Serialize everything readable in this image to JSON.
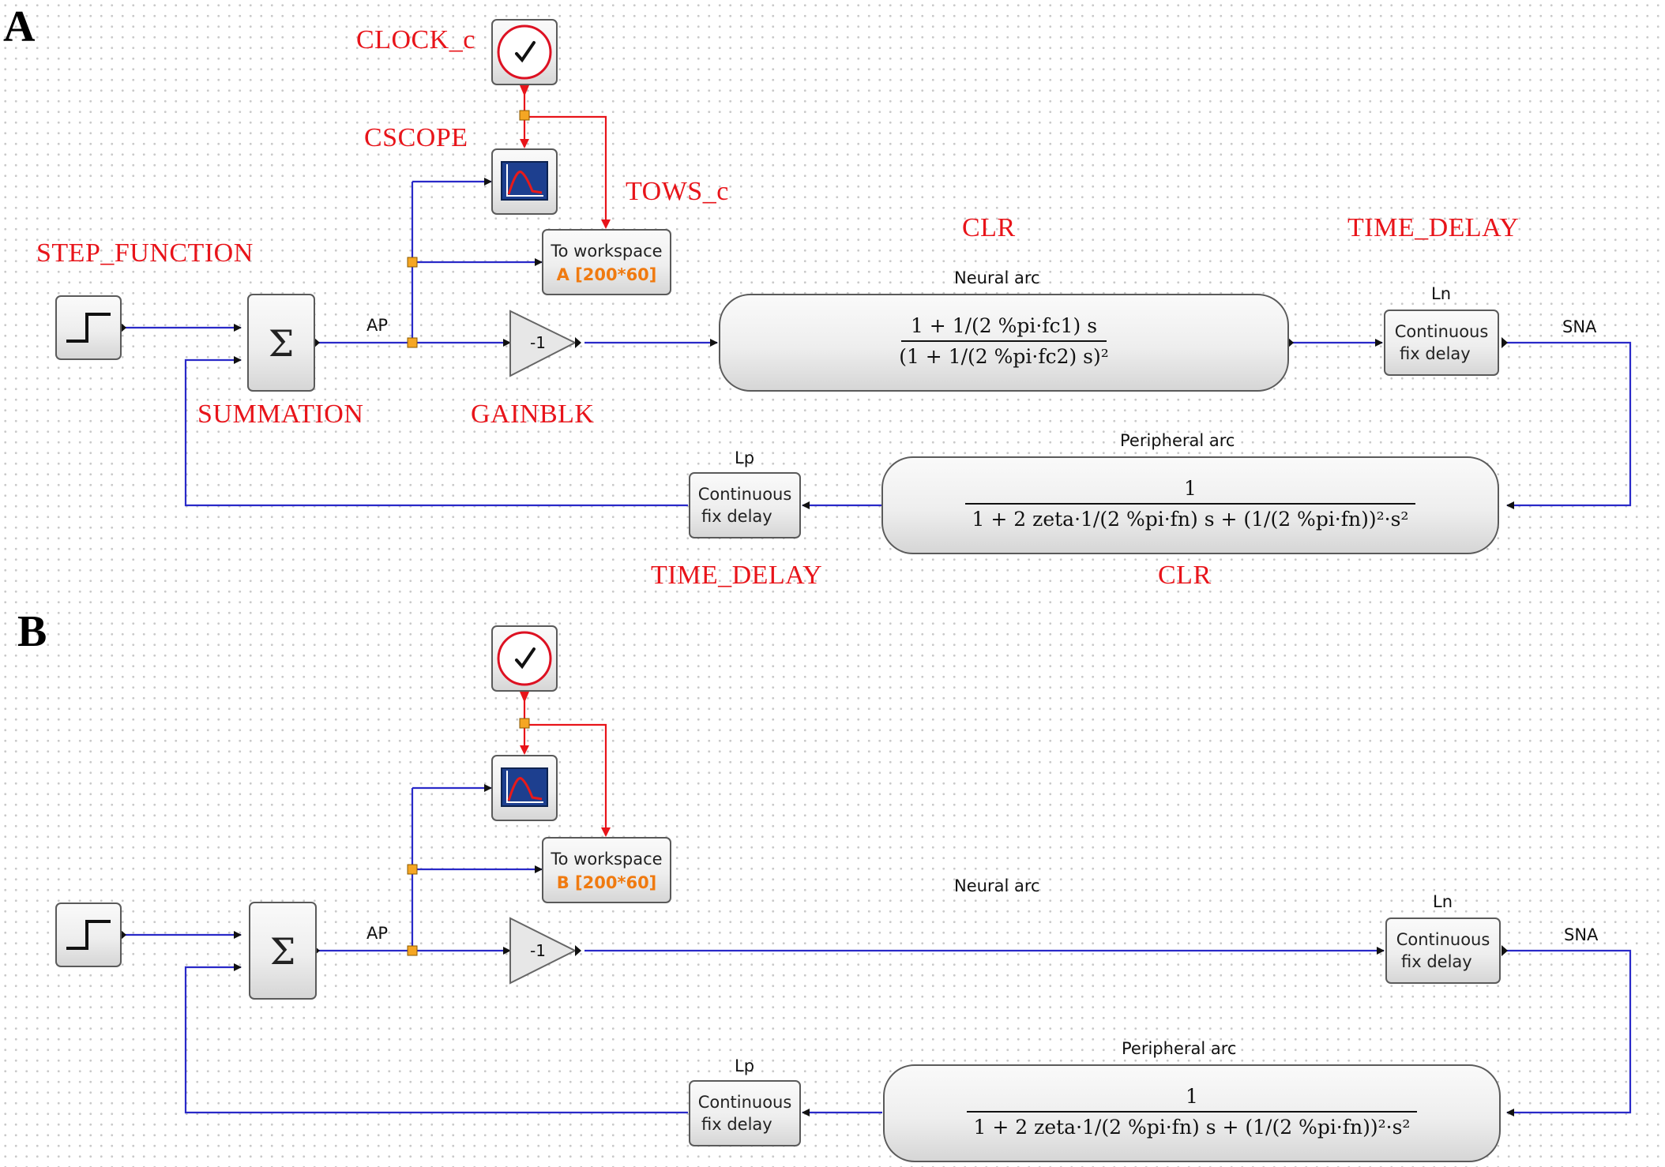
{
  "panels": [
    {
      "letter": "A",
      "annotations": {
        "clock": "CLOCK_c",
        "cscope": "CSCOPE",
        "tows": "TOWS_c",
        "step": "STEP_FUNCTION",
        "summation": "SUMMATION",
        "gain": "GAINBLK",
        "clr_top": "CLR",
        "time_delay_top": "TIME_DELAY",
        "time_delay_bottom": "TIME_DELAY",
        "clr_bottom": "CLR"
      },
      "signals": {
        "ap": "AP",
        "sna": "SNA",
        "ln": "Ln",
        "lp": "Lp",
        "neural_arc": "Neural arc",
        "peripheral_arc": "Peripheral arc"
      },
      "blocks": {
        "tows_title": "To workspace",
        "tows_var": "A [200*60]",
        "gain_value": "-1",
        "sum_symbol": "Σ",
        "delay_line1": "Continuous",
        "delay_line2": "fix delay",
        "neural_num": "1 + 1/(2 %pi·fc1) s",
        "neural_den": "(1 + 1/(2 %pi·fc2) s)²",
        "peripheral_num": "1",
        "peripheral_den": "1 + 2 zeta·1/(2 %pi·fn) s + (1/(2 %pi·fn))²·s²"
      }
    },
    {
      "letter": "B",
      "signals": {
        "ap": "AP",
        "sna": "SNA",
        "ln": "Ln",
        "lp": "Lp",
        "neural_arc": "Neural arc",
        "peripheral_arc": "Peripheral arc"
      },
      "blocks": {
        "tows_title": "To workspace",
        "tows_var": "B [200*60]",
        "gain_value": "-1",
        "sum_symbol": "Σ",
        "delay_line1": "Continuous",
        "delay_line2": "fix delay",
        "peripheral_num": "1",
        "peripheral_den": "1 + 2 zeta·1/(2 %pi·fn) s + (1/(2 %pi·fn))²·s²"
      }
    }
  ],
  "colors": {
    "signal": "#2929c8",
    "event": "#e8141a",
    "annotation": "#e8141a",
    "split": "#f5a623"
  }
}
